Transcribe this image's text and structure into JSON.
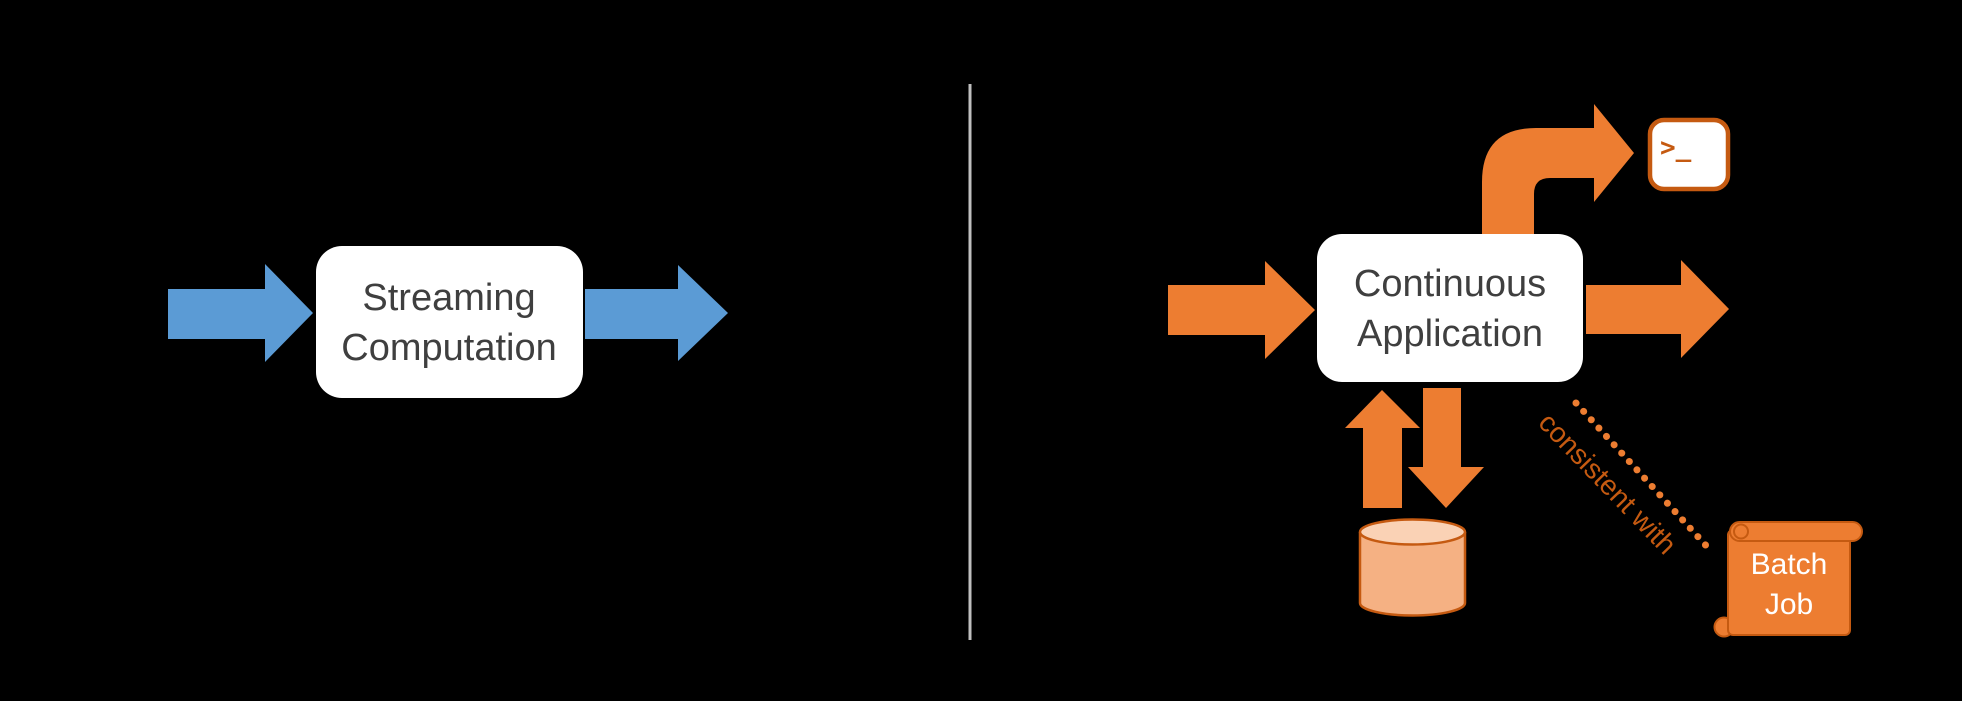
{
  "colors": {
    "background": "#000000",
    "blue": "#5B9BD5",
    "orange": "#ED7D31",
    "orange_dark": "#C55A11",
    "orange_light": "#F5B183",
    "orange_lighter": "#FAD2B5",
    "box_fill": "#FFFFFF",
    "box_text": "#3F3F3F",
    "divider": "#BFBFBF",
    "scroll_text": "#FFFFFF"
  },
  "left_diagram": {
    "box": {
      "line1": "Streaming",
      "line2": "Computation"
    }
  },
  "right_diagram": {
    "box": {
      "line1": "Continuous",
      "line2": "Application"
    },
    "console_icon_glyph": ">_",
    "consistency_label": "consistent with",
    "batch_scroll": {
      "line1": "Batch",
      "line2": "Job"
    }
  }
}
